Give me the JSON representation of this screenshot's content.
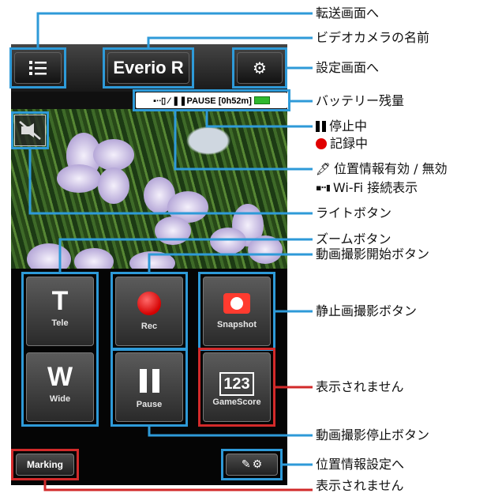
{
  "app": {
    "camera_name": "Everio R",
    "status_text": "▪∙∙▯ ⁄ ❚❚PAUSE [0h52m]"
  },
  "controls": {
    "tele": {
      "glyph": "T",
      "label": "Tele"
    },
    "wide": {
      "glyph": "W",
      "label": "Wide"
    },
    "rec": {
      "label": "Rec"
    },
    "pause": {
      "label": "Pause"
    },
    "snapshot": {
      "label": "Snapshot"
    },
    "gamescore": {
      "glyph": "123",
      "label": "GameScore"
    },
    "marking": {
      "label": "Marking"
    }
  },
  "callouts": {
    "transfer_screen": "転送画面へ",
    "camera_name": "ビデオカメラの名前",
    "settings_screen": "設定画面へ",
    "battery_level": "バッテリー残量",
    "paused": "停止中",
    "recording": "記録中",
    "location_info": "位置情報有効 / 無効",
    "wifi_display": "Wi-Fi 接続表示",
    "light_button": "ライトボタン",
    "zoom_button": "ズームボタン",
    "record_start_button": "動画撮影開始ボタン",
    "still_capture_button": "静止画撮影ボタン",
    "not_displayed_1": "表示されません",
    "record_stop_button": "動画撮影停止ボタン",
    "location_settings": "位置情報設定へ",
    "not_displayed_2": "表示されません"
  },
  "colors": {
    "callout_line": "#2e9ad8",
    "highlight_red": "#d22a2a",
    "rec_red": "#e00000",
    "battery_green": "#2eb82e"
  },
  "icons": [
    "list-menu-icon",
    "gear-icon",
    "light-off-icon",
    "record-dot-icon",
    "pause-icon",
    "camera-icon",
    "gps-off-icon"
  ]
}
